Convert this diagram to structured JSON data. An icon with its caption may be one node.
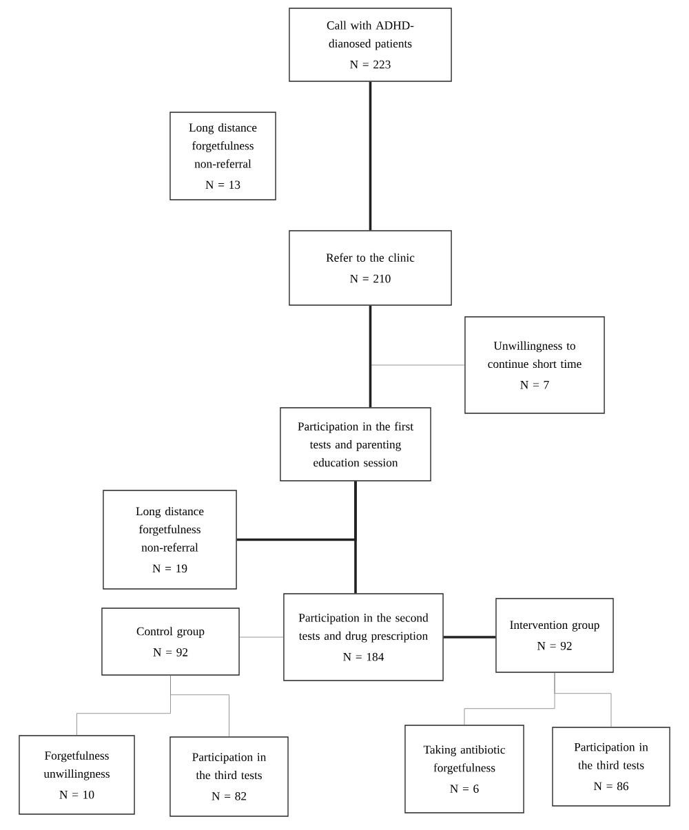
{
  "diagram": {
    "nodes": [
      {
        "text": [
          "Call with ADHD-dianosed patients",
          "N = 223"
        ]
      },
      {
        "text": [
          "Long distance forgetfulness non-referral",
          "N = 13"
        ]
      },
      {
        "text": [
          "Refer to the clinic",
          "N = 210"
        ]
      },
      {
        "text": [
          "Unwillingness to continue short time",
          "N = 7"
        ]
      },
      {
        "text": [
          "Participation in the first tests and parenting education session"
        ]
      },
      {
        "text": [
          "Long distance forgetfulness non-referral",
          "N = 19"
        ]
      },
      {
        "text": [
          "Control group",
          "N = 92"
        ]
      },
      {
        "text": [
          "Participation in the second tests and drug prescription",
          "N = 184"
        ]
      },
      {
        "text": [
          "Intervention group",
          "N = 92"
        ]
      },
      {
        "text": [
          "Forgetfulness unwillingness",
          "N = 10"
        ]
      },
      {
        "text": [
          "Participation in the third tests",
          "N = 82"
        ]
      },
      {
        "text": [
          "Taking antibiotic forgetfulness",
          "N = 6"
        ]
      },
      {
        "text": [
          "Participation in the third tests",
          "N = 86"
        ]
      }
    ],
    "edges": [
      {
        "from": 0,
        "to": 2,
        "arrow": "none",
        "style": "thick",
        "color": "#222222"
      },
      {
        "from": 2,
        "to": 3,
        "arrow": "none"
      },
      {
        "from": 2,
        "to": 4,
        "arrow": "none",
        "style": "thick",
        "color": "#222222"
      },
      {
        "from": 4,
        "to": 5,
        "arrow": "none",
        "style": "thick",
        "color": "#222222"
      },
      {
        "from": 4,
        "to": 7,
        "arrow": "none",
        "style": "thick",
        "color": "#222222"
      },
      {
        "from": 7,
        "to": 6,
        "arrow": "none"
      },
      {
        "from": 7,
        "to": 8,
        "arrow": "none",
        "style": "thick",
        "color": "#222222"
      },
      {
        "from": 6,
        "to": 9,
        "arrow": "none"
      },
      {
        "from": 6,
        "to": 10,
        "arrow": "none"
      },
      {
        "from": 8,
        "to": 11,
        "arrow": "none"
      },
      {
        "from": 8,
        "to": 12,
        "arrow": "none"
      }
    ]
  }
}
